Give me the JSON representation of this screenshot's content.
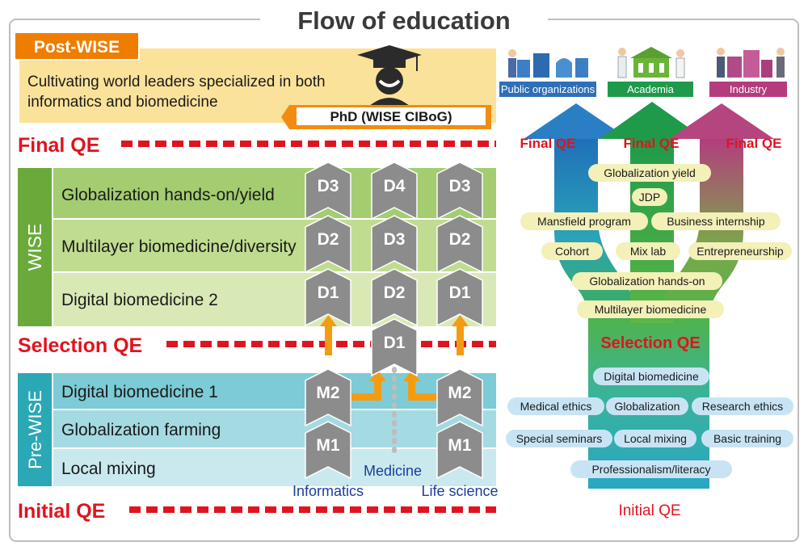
{
  "title": "Flow of education",
  "post_wise": {
    "tag": "Post-WISE",
    "description_line1": "Cultivating world leaders specialized in both",
    "description_line2": "informatics and biomedicine",
    "phd_label": "PhD (WISE CIBoG)"
  },
  "qe": {
    "final": "Final QE",
    "selection": "Selection QE",
    "initial": "Initial QE"
  },
  "wise": {
    "side_label": "WISE",
    "rows": [
      "Globalization hands-on/yield",
      "Multilayer biomedicine/diversity",
      "Digital biomedicine 2"
    ]
  },
  "pre_wise": {
    "side_label": "Pre-WISE",
    "rows": [
      "Digital biomedicine 1",
      "Globalization farming",
      "Local mixing"
    ]
  },
  "tracks": {
    "informatics": {
      "label": "Informatics",
      "chevrons": [
        "M1",
        "M2",
        "D1",
        "D2",
        "D3"
      ]
    },
    "medicine": {
      "label": "Medicine",
      "chevrons": [
        "D1",
        "D2",
        "D3",
        "D4"
      ]
    },
    "life_science": {
      "label": "Life science",
      "chevrons": [
        "M1",
        "M2",
        "D1",
        "D2",
        "D3"
      ]
    }
  },
  "careers": {
    "public": "Public organizations",
    "academia": "Academia",
    "industry": "Industry"
  },
  "tree": {
    "final_qe_labels": [
      "Final QE",
      "Final QE",
      "Final QE"
    ],
    "selection_qe": "Selection QE",
    "initial_qe": "Initial QE",
    "upper_pills": [
      "Globalization yield",
      "JDP",
      "Mansfield program",
      "Business internship",
      "Cohort",
      "Mix lab",
      "Entrepreneurship",
      "Globalization hands-on",
      "Multilayer biomedicine"
    ],
    "lower_pills": [
      "Digital biomedicine",
      "Medical ethics",
      "Globalization",
      "Research ethics",
      "Special seminars",
      "Local mixing",
      "Basic training",
      "Professionalism/literacy"
    ]
  },
  "colors": {
    "red": "#e0141e",
    "orange": "#f08c00",
    "green": "#6aaa3a",
    "teal": "#2aa8b5",
    "gray": "#8c8c8c"
  }
}
